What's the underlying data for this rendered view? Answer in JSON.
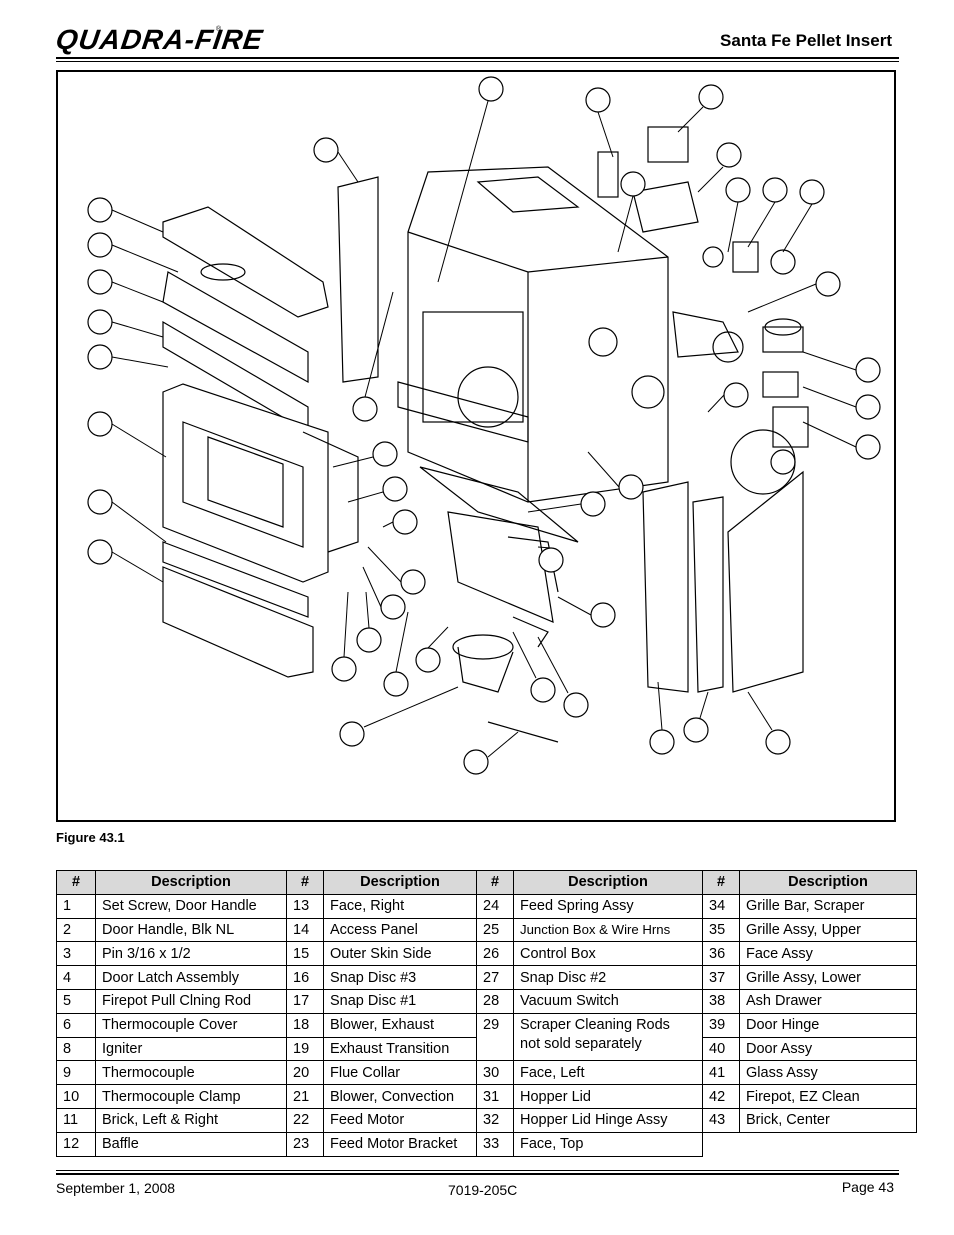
{
  "header": {
    "brand": "QUADRA-FIRE",
    "registered_mark": "®",
    "title": "Santa Fe Pellet Insert"
  },
  "figure": {
    "caption": "Figure 43.1"
  },
  "table": {
    "headers": [
      "#",
      "Description",
      "#",
      "Description",
      "#",
      "Description",
      "#",
      "Description"
    ],
    "rows": [
      [
        "1",
        "Set Screw, Door Handle",
        "13",
        "Face, Right",
        "24",
        "Feed Spring Assy",
        "34",
        "Grille Bar, Scraper"
      ],
      [
        "2",
        "Door Handle, Blk NL",
        "14",
        "Access Panel",
        "25",
        "Junction Box & Wire Hrns",
        "35",
        "Grille Assy, Upper"
      ],
      [
        "3",
        "Pin 3/16 x 1/2",
        "15",
        "Outer Skin Side",
        "26",
        "Control Box",
        "36",
        "Face Assy"
      ],
      [
        "4",
        "Door Latch Assembly",
        "16",
        "Snap Disc #3",
        "27",
        "Snap Disc #2",
        "37",
        "Grille Assy, Lower"
      ],
      [
        "5",
        "Firepot Pull Clning Rod",
        "17",
        "Snap Disc #1",
        "28",
        "Vacuum Switch",
        "38",
        "Ash Drawer"
      ],
      [
        "6",
        "Thermocouple Cover",
        "18",
        "Blower, Exhaust",
        "29",
        "Scraper Cleaning Rods",
        "39",
        "Door Hinge"
      ],
      [
        "8",
        "Igniter",
        "19",
        "Exhaust Transition",
        "",
        "not sold separately",
        "40",
        "Door Assy"
      ],
      [
        "9",
        "Thermocouple",
        "20",
        "Flue Collar",
        "30",
        "Face, Left",
        "41",
        "Glass Assy"
      ],
      [
        "10",
        "Thermocouple Clamp",
        "21",
        "Blower, Convection",
        "31",
        "Hopper Lid",
        "42",
        "Firepot, EZ Clean"
      ],
      [
        "11",
        "Brick, Left & Right",
        "22",
        "Feed Motor",
        "32",
        "Hopper Lid Hinge Assy",
        "43",
        "Brick, Center"
      ],
      [
        "12",
        "Baffle",
        "23",
        "Feed Motor Bracket",
        "33",
        "Face, Top",
        "",
        ""
      ]
    ]
  },
  "footer": {
    "date": "September 1, 2008",
    "doc_number": "7019-205C",
    "page": "Page  43"
  }
}
